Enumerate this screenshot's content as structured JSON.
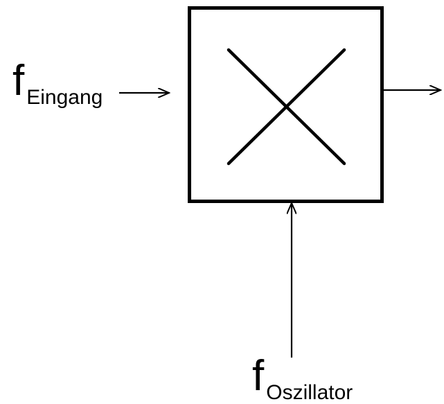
{
  "diagram": {
    "input_label": {
      "main": "f",
      "subscript": "Eingang"
    },
    "oscillator_label": {
      "main": "f",
      "subscript": "Oszillator"
    },
    "mixer_symbol": "multiply-cross",
    "colors": {
      "background": "#ffffff",
      "stroke": "#000000",
      "symbol_stroke": "#000000"
    }
  }
}
